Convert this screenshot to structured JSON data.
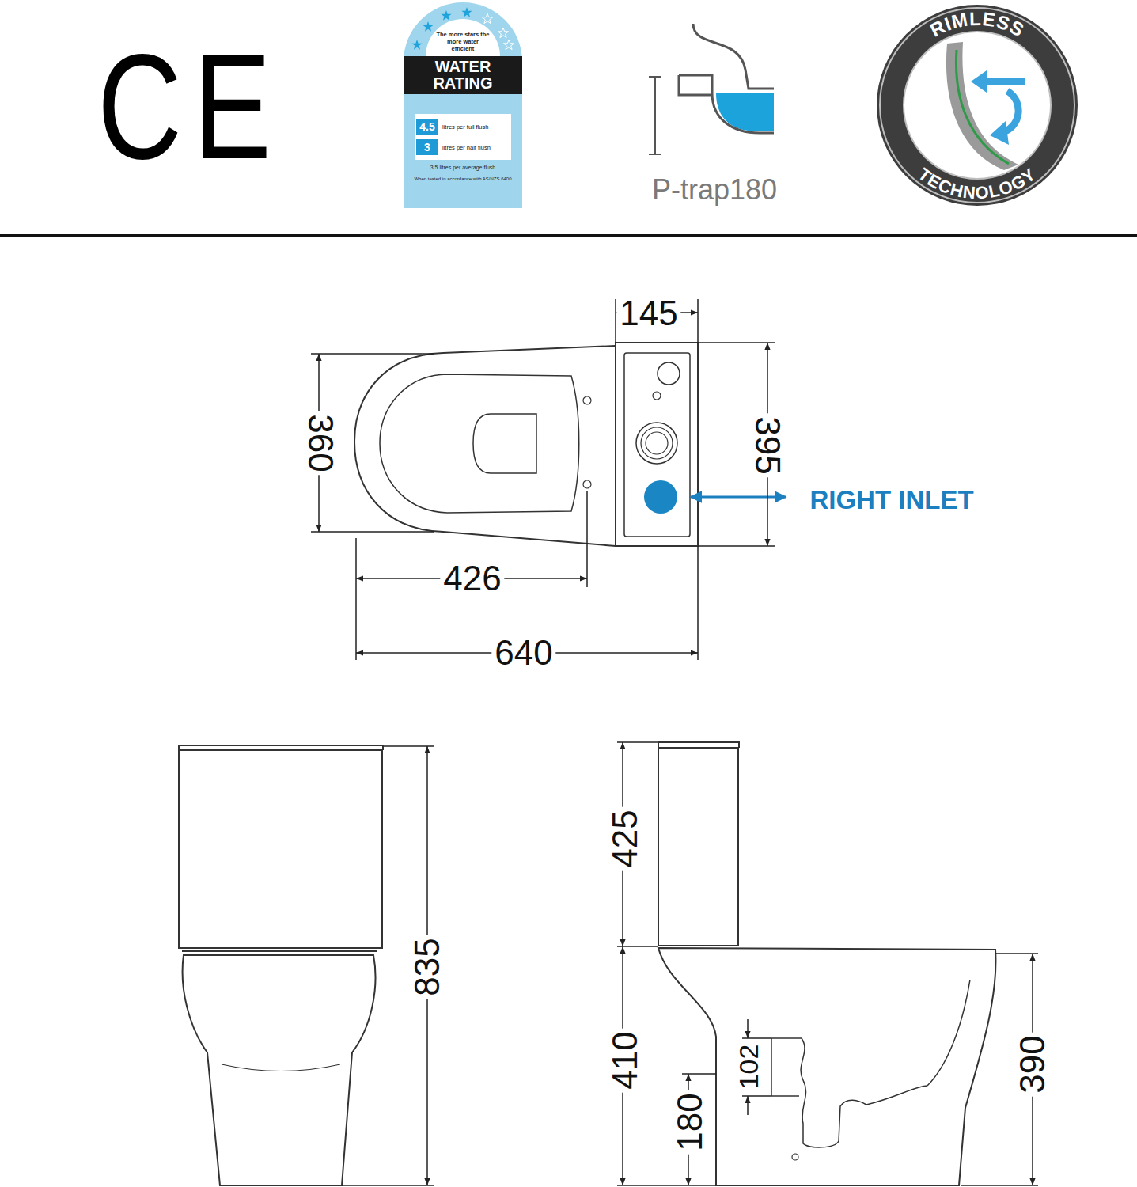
{
  "diagram": {
    "nodes": [
      {
        "text": [
          "The more stars the more water efficient",
          "WATER RATING",
          "3.5 litres per average flush",
          "When tested in accordance with AS/NZS 6400"
        ]
      },
      {
        "text": [
          "4.5",
          "litres per full flush"
        ],
        "in": 0
      },
      {
        "text": [
          "3",
          "litres per half flush"
        ],
        "in": 0
      },
      {
        "text": [
          "RIMLESS",
          "TECHNOLOGY"
        ]
      }
    ],
    "labels": [
      "CE",
      "P-trap180",
      "145",
      "360",
      "395",
      "RIGHT INLET",
      "426",
      "640",
      "835",
      "425",
      "410",
      "180",
      "102",
      "390"
    ]
  }
}
